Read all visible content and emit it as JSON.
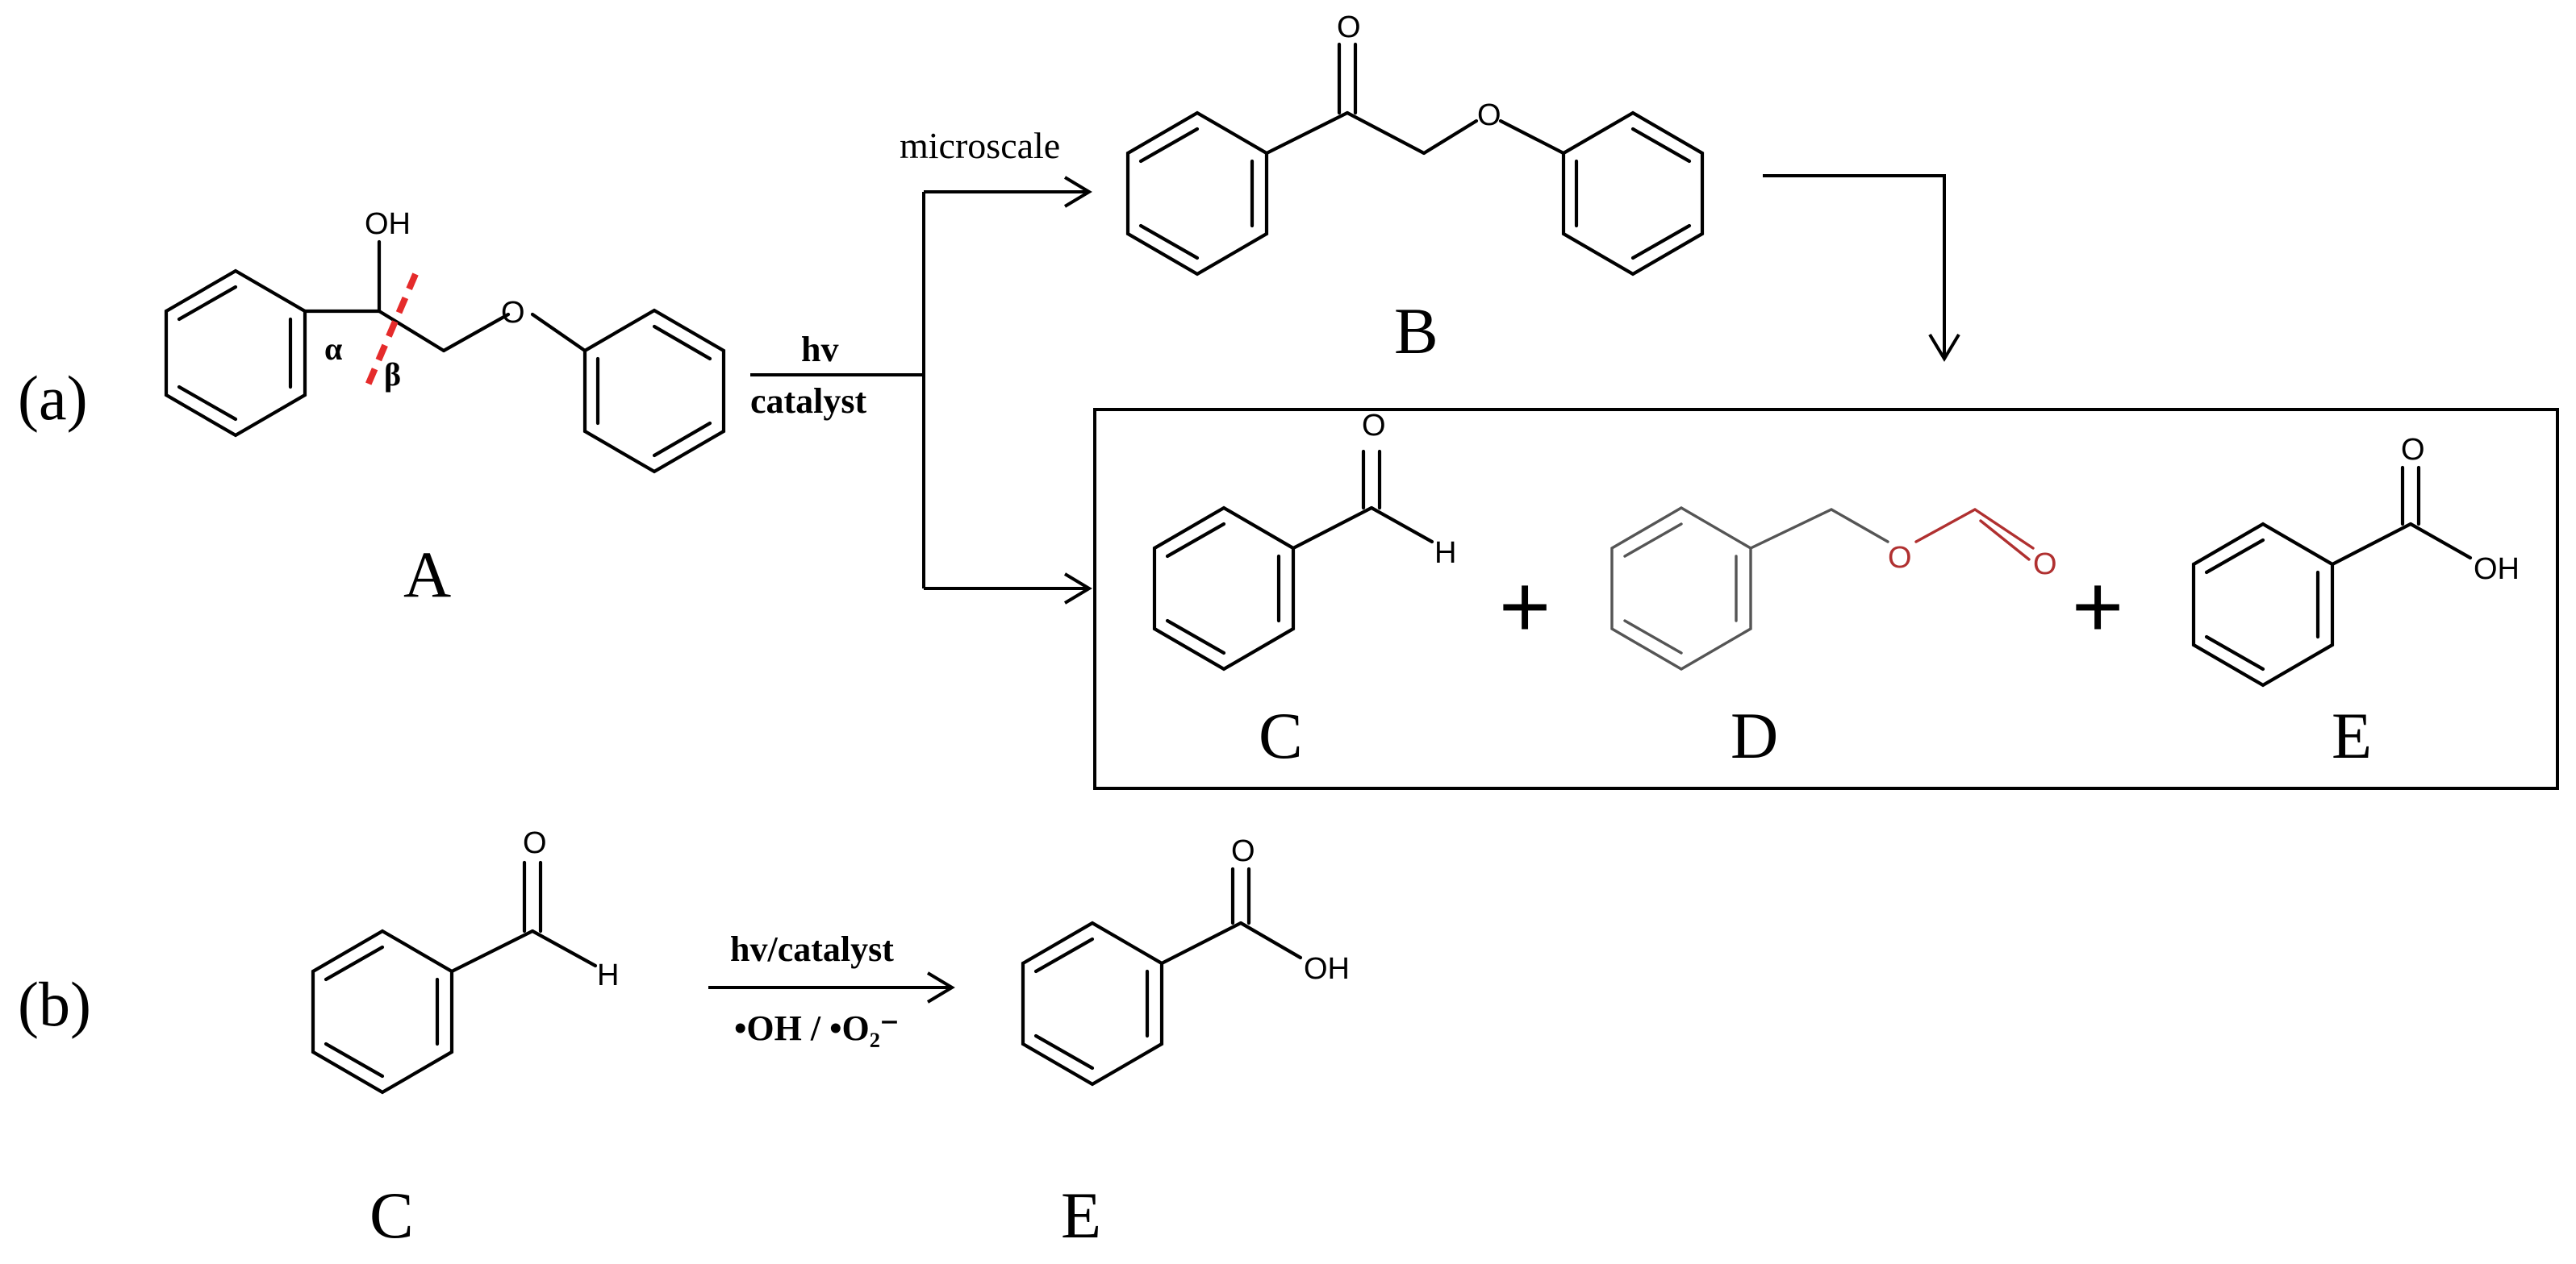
{
  "panels": {
    "a": "(a)",
    "b": "(b)"
  },
  "compounds": {
    "A": "A",
    "B": "B",
    "C": "C",
    "D": "D",
    "E": "E"
  },
  "atoms": {
    "O": "O",
    "OH": "OH",
    "H": "H"
  },
  "bond_labels": {
    "alpha": "α",
    "beta": "β"
  },
  "conditions": {
    "a_top": "hv",
    "a_bottom": "catalyst",
    "branch_top": "microscale",
    "b_top": "hv/catalyst",
    "b_bottom": "•OH / •O₂⁻"
  },
  "plus_sign": "+",
  "colors": {
    "cleavage_line": "#e52b2b",
    "compound_d_oxygen": "#b03030",
    "compound_d_bonds": "#555555"
  }
}
